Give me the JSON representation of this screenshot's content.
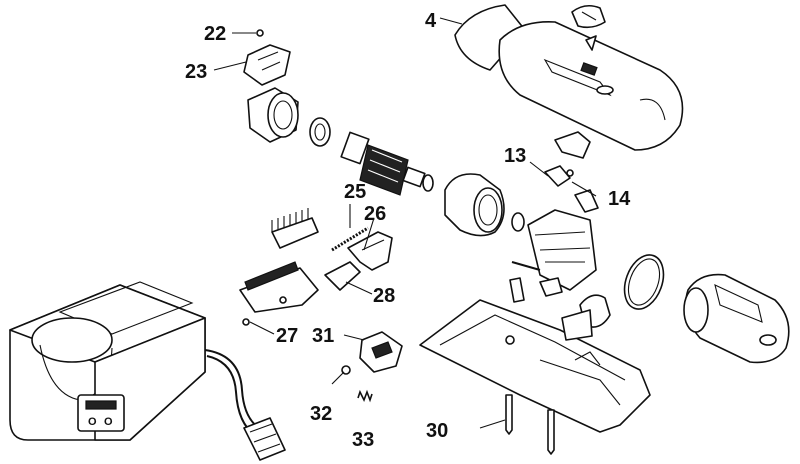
{
  "callouts": {
    "c22": "22",
    "c23": "23",
    "c4": "4",
    "c13": "13",
    "c14": "14",
    "c25": "25",
    "c26": "26",
    "c28": "28",
    "c27": "27",
    "c31": "31",
    "c32": "32",
    "c33": "33",
    "c30": "30"
  },
  "charger_symbols": {
    "left": "O",
    "right": "O"
  }
}
